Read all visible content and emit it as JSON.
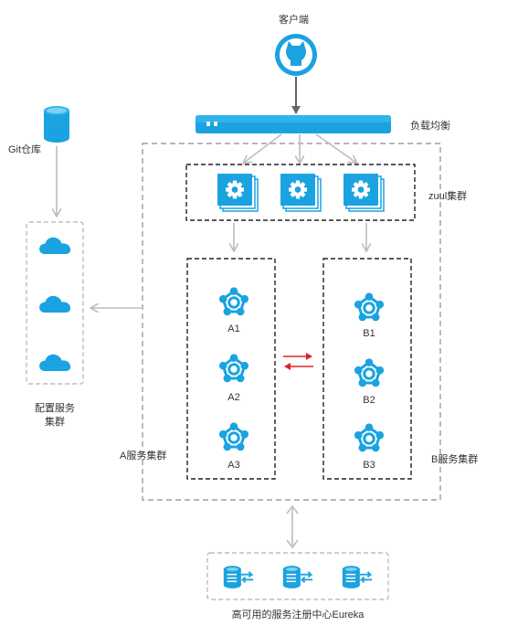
{
  "client": {
    "label": "客户端",
    "icon": "github-cat-icon"
  },
  "load_balancer": {
    "label": "负载均衡"
  },
  "git_repo": {
    "label": "Git仓库",
    "icon": "database-icon"
  },
  "config_cluster": {
    "label_line1": "配置服务",
    "label_line2": "集群",
    "icon": "cloud-icon"
  },
  "zuul_cluster": {
    "label": "zuul集群",
    "icon": "gear-icon"
  },
  "cluster_a": {
    "label": "A服务集群",
    "nodes": [
      "A1",
      "A2",
      "A3"
    ],
    "icon": "service-node-icon"
  },
  "cluster_b": {
    "label": "B服务集群",
    "nodes": [
      "B1",
      "B2",
      "B3"
    ],
    "icon": "service-node-icon"
  },
  "eureka": {
    "label": "高可用的服务注册中心Eureka",
    "icon": "registry-icon"
  },
  "colors": {
    "accent": "#1aa3e0",
    "arrow": "#bdbdbd",
    "cross_call": "#e02020",
    "client_arrow": "#666666"
  }
}
